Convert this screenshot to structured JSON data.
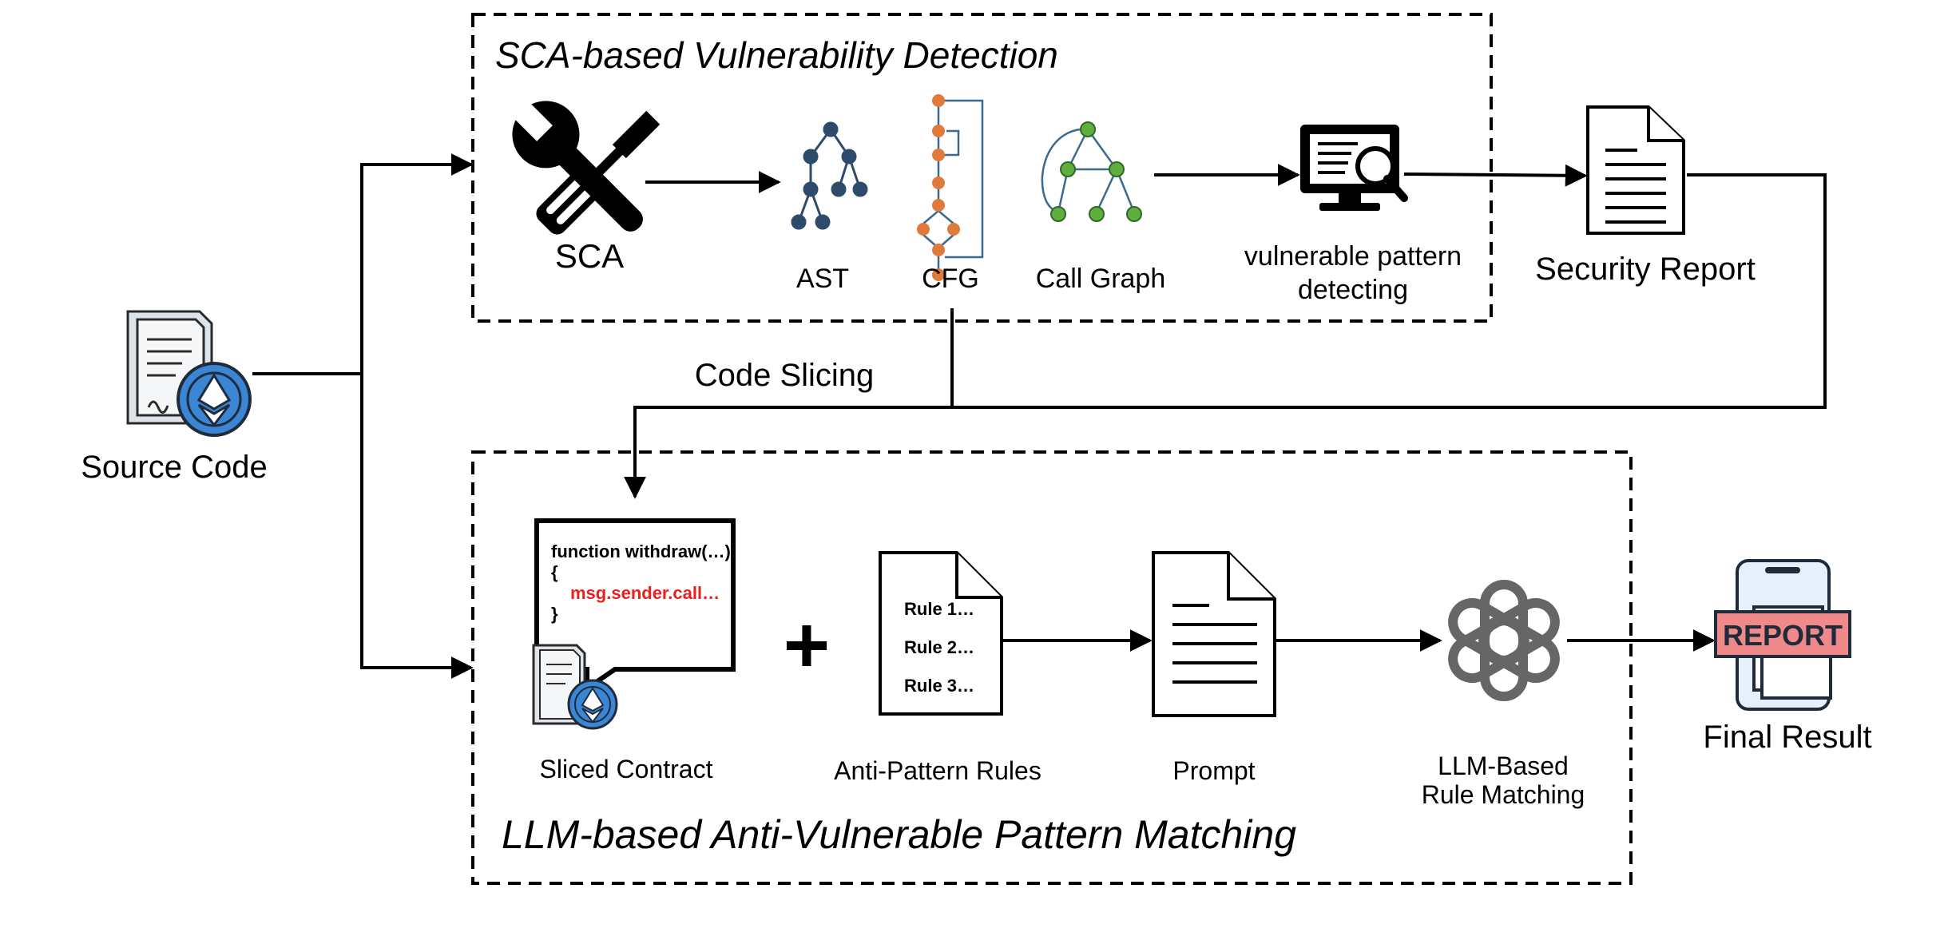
{
  "top_panel": {
    "title": "SCA-based Vulnerability Detection",
    "sca_label": "SCA",
    "ast_label": "AST",
    "cfg_label": "CFG",
    "call_graph_label": "Call Graph",
    "pattern_label_line1": "vulnerable pattern",
    "pattern_label_line2": "detecting"
  },
  "security_report_label": "Security Report",
  "source_code_label": "Source Code",
  "code_slicing_label": "Code Slicing",
  "bottom_panel": {
    "title": "LLM-based Anti-Vulnerable Pattern Matching",
    "code_line1": "function withdraw(…)",
    "code_line2": "{",
    "code_line3": "msg.sender.call…",
    "code_line4": "}",
    "sliced_contract_label": "Sliced Contract",
    "plus_sign": "+",
    "rule1": "Rule 1…",
    "rule2": "Rule 2…",
    "rule3": "Rule 3…",
    "rules_label": "Anti-Pattern Rules",
    "prompt_label": "Prompt",
    "llm_label_line1": "LLM-Based",
    "llm_label_line2": "Rule Matching"
  },
  "final": {
    "report_badge": "REPORT",
    "label": "Final Result"
  },
  "colors": {
    "line": "#000000",
    "ast_node": "#2f4b6b",
    "cfg_node": "#e07a3a",
    "cfg_edge": "#3a6a8f",
    "call_node": "#5fae3e",
    "eth_blue": "#3a86d4",
    "code_red": "#e8201f",
    "report_pink": "#f08a8a",
    "report_frame": "#e6f0fb",
    "llm_gray": "#666666"
  }
}
